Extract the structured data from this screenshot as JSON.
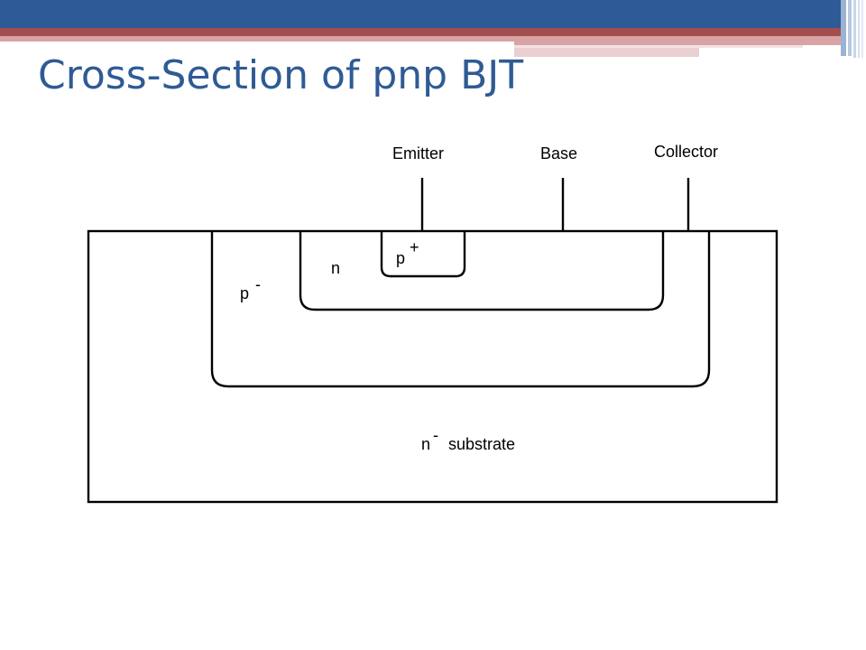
{
  "slide": {
    "title": "Cross-Section of pnp BJT"
  },
  "diagram": {
    "terminals": {
      "emitter": "Emitter",
      "base": "Base",
      "collector": "Collector"
    },
    "regions": {
      "p_plus": {
        "letter": "p",
        "sign": "+"
      },
      "n_well": {
        "letter": "n"
      },
      "p_minus": {
        "letter": "p",
        "sign": "-"
      },
      "substrate": {
        "letter": "n",
        "sign": "-",
        "name": "substrate"
      }
    }
  },
  "colors": {
    "title": "#2f5b94",
    "band_blue": "#2e5a97",
    "band_red": "#a34e4e",
    "band_pink": "#d9a3a3",
    "lines": "#000000"
  }
}
